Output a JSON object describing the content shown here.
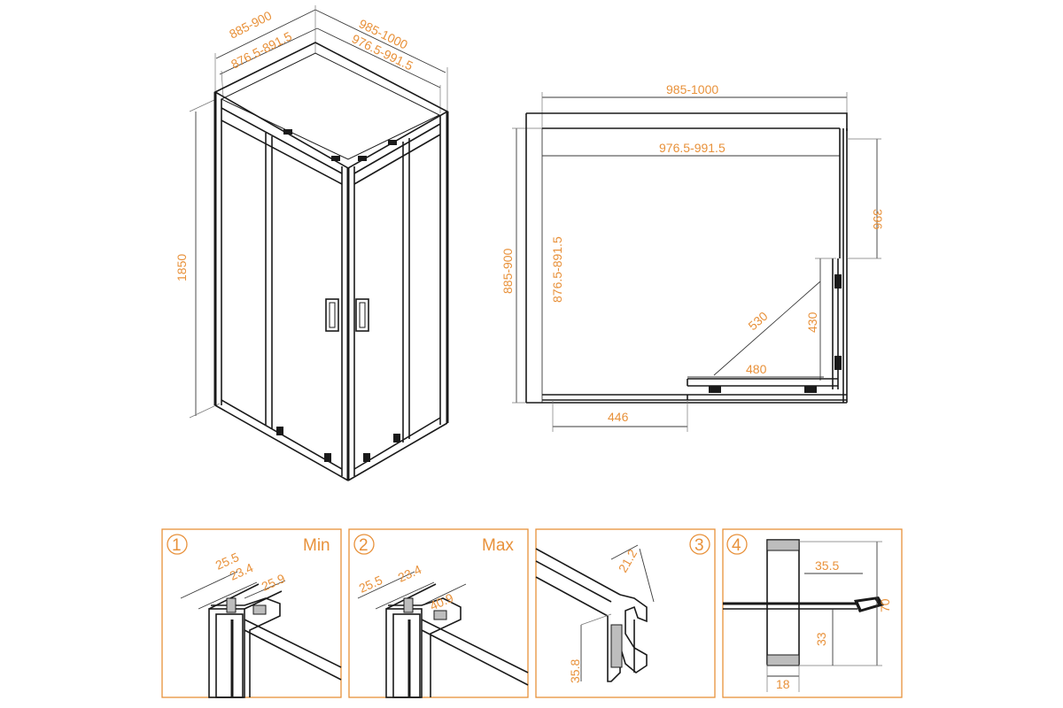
{
  "colors": {
    "accent": "#e8913a",
    "line": "#1a1a1a"
  },
  "view3d": {
    "depth_outer": "885-900",
    "depth_inner": "876.5-891.5",
    "width_outer": "985-1000",
    "width_inner": "976.5-991.5",
    "height": "1850"
  },
  "plan": {
    "width_outer": "985-1000",
    "width_inner": "976.5-991.5",
    "depth_outer": "885-900",
    "depth_inner": "876.5-891.5",
    "side_fixed": "396",
    "diagonal": "530",
    "door_depth": "430",
    "door_width": "480",
    "front_fixed": "446"
  },
  "details": [
    {
      "number": "1",
      "mode": "Min",
      "dims": [
        "25.5",
        "23.4",
        "25.9"
      ]
    },
    {
      "number": "2",
      "mode": "Max",
      "dims": [
        "25.5",
        "23.4",
        "40.9"
      ]
    },
    {
      "number": "3",
      "mode": "",
      "dims": [
        "21.2",
        "35.8"
      ]
    },
    {
      "number": "4",
      "mode": "",
      "dims": [
        "35.5",
        "70",
        "33",
        "18"
      ]
    }
  ]
}
